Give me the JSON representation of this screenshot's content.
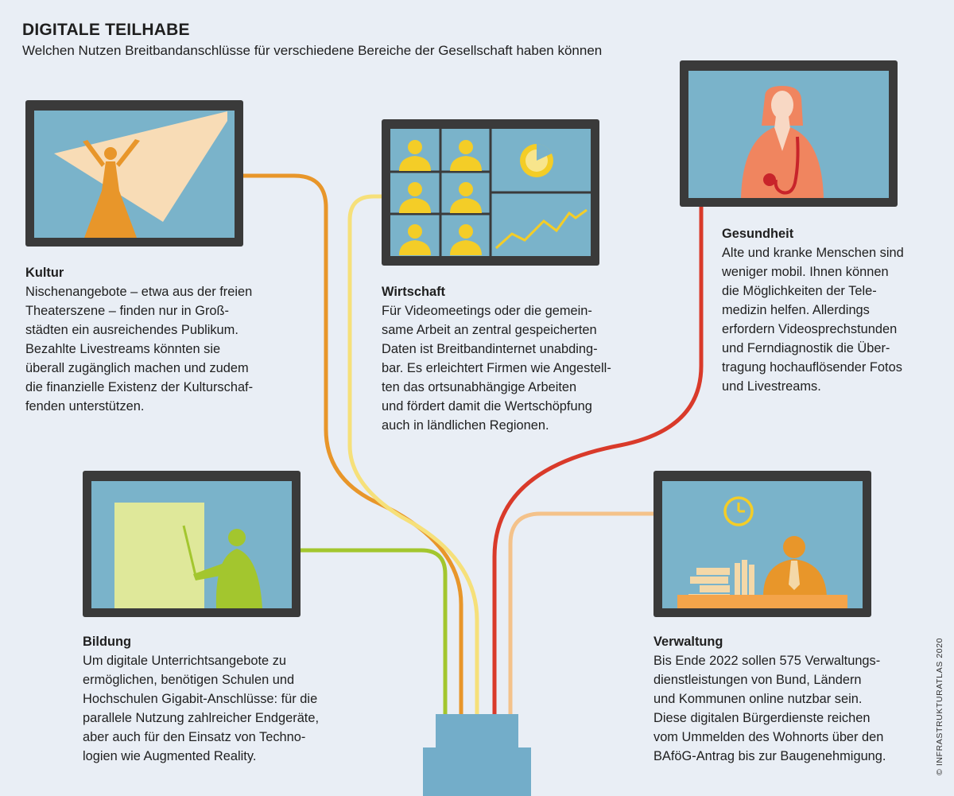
{
  "header": {
    "title": "DIGITALE TEILHABE",
    "subtitle": "Welchen Nutzen Breitbandanschlüsse für verschiedene Bereiche der Gesellschaft haben können"
  },
  "colors": {
    "kultur": "#e8962a",
    "wirtschaft": "#f6e07a",
    "gesundheit": "#d93a2a",
    "bildung": "#a3c62e",
    "verwaltung": "#f4c28a",
    "screen": "#7ab3ca",
    "frame": "#3a3a3a",
    "hub": "#73adc9"
  },
  "sections": {
    "kultur": {
      "heading": "Kultur",
      "lines": [
        "Nischenangebote – etwa aus der freien",
        "Theaterszene – finden nur in Groß-",
        "städten ein ausreichendes Publikum.",
        "Bezahlte Livestreams könnten sie",
        "überall zugänglich machen und zudem",
        "die finanzielle Existenz der Kulturschaf-",
        "fenden unterstützen."
      ]
    },
    "wirtschaft": {
      "heading": "Wirtschaft",
      "lines": [
        "Für Videomeetings oder die gemein-",
        "same Arbeit an zentral gespeicherten",
        "Daten ist Breitbandinternet unabding-",
        "bar. Es erleichtert Firmen wie Angestell-",
        "ten das ortsunabhängige Arbeiten",
        "und fördert damit die Wertschöpfung",
        "auch in ländlichen Regionen."
      ]
    },
    "gesundheit": {
      "heading": "Gesundheit",
      "lines": [
        "Alte und kranke Menschen sind",
        "weniger mobil. Ihnen können",
        "die Möglichkeiten der Tele-",
        "medizin helfen. Allerdings",
        "erfordern Videosprechstunden",
        "und Ferndiagnostik die Über-",
        "tragung hochauflösender Fotos",
        "und Livestreams."
      ]
    },
    "bildung": {
      "heading": "Bildung",
      "lines": [
        "Um digitale Unterrichtsangebote zu",
        "ermöglichen, benötigen Schulen und",
        "Hochschulen Gigabit-Anschlüsse: für die",
        "parallele Nutzung zahlreicher Endgeräte,",
        "aber auch für den Einsatz von Techno-",
        "logien wie Augmented Reality."
      ]
    },
    "verwaltung": {
      "heading": "Verwaltung",
      "lines": [
        "Bis Ende 2022 sollen 575 Verwaltungs-",
        "dienstleistungen von Bund, Ländern",
        "und Kommunen online nutzbar sein.",
        "Diese digitalen Bürgerdienste reichen",
        "vom Ummelden des Wohnorts über den",
        "BAföG-Antrag bis zur Baugenehmigung."
      ]
    }
  },
  "credit": "© INFRASTRUKTURATLAS 2020"
}
